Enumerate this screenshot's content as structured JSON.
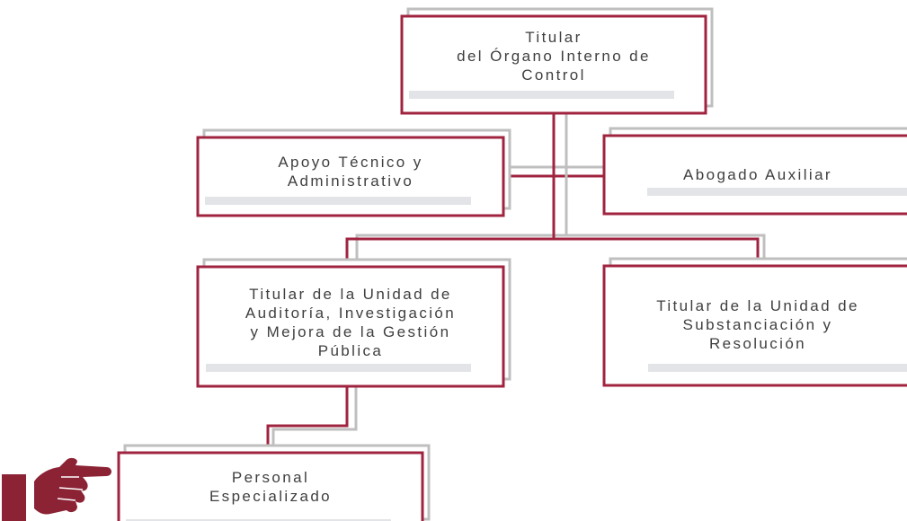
{
  "colors": {
    "frame_accent": "#a0243f",
    "frame_shadow": "#bfbfbf",
    "bar": "#e2e4e7",
    "text": "#3f3f3f",
    "hand_icon": "#8b2335"
  },
  "diagram": {
    "nodes": [
      {
        "id": "titular",
        "label": "Titular\ndel Órgano Interno de\nControl"
      },
      {
        "id": "apoyo",
        "label": "Apoyo Técnico y\nAdministrativo"
      },
      {
        "id": "abogado",
        "label": "Abogado Auxiliar"
      },
      {
        "id": "auditoria",
        "label": "Titular de la Unidad de\nAuditoría, Investigación\ny Mejora de la Gestión\nPública"
      },
      {
        "id": "substanciacion",
        "label": "Titular de la Unidad de\nSubstanciación y\nResolución"
      },
      {
        "id": "personal",
        "label": "Personal\nEspecializado"
      }
    ],
    "edges": [
      {
        "from": "titular",
        "to": "apoyo"
      },
      {
        "from": "titular",
        "to": "abogado"
      },
      {
        "from": "titular",
        "to": "auditoria"
      },
      {
        "from": "titular",
        "to": "substanciacion"
      },
      {
        "from": "auditoria",
        "to": "personal"
      }
    ],
    "icon": "pointing-hand-icon"
  }
}
